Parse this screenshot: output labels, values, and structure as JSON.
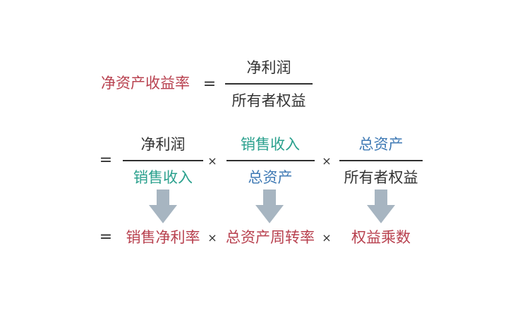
{
  "row1": {
    "lhs": "净资产收益率",
    "eq": "=",
    "numerator": "净利润",
    "denominator": "所有者权益"
  },
  "row2": {
    "eq": "=",
    "f1": {
      "numerator": "净利润",
      "denominator": "销售收入"
    },
    "times1": "×",
    "f2": {
      "numerator": "销售收入",
      "denominator": "总资产"
    },
    "times2": "×",
    "f3": {
      "numerator": "总资产",
      "denominator": "所有者权益"
    }
  },
  "row3": {
    "eq": "=",
    "t1": "销售净利率",
    "times1": "×",
    "t2": "总资产周转率",
    "times2": "×",
    "t3": "权益乘数"
  },
  "colors": {
    "red": "#b8414f",
    "teal": "#2aa08d",
    "blue": "#3e79b4",
    "text": "#333333",
    "arrow": "#a7b5c1"
  },
  "icons": {
    "arrow": "down-arrow-icon"
  }
}
